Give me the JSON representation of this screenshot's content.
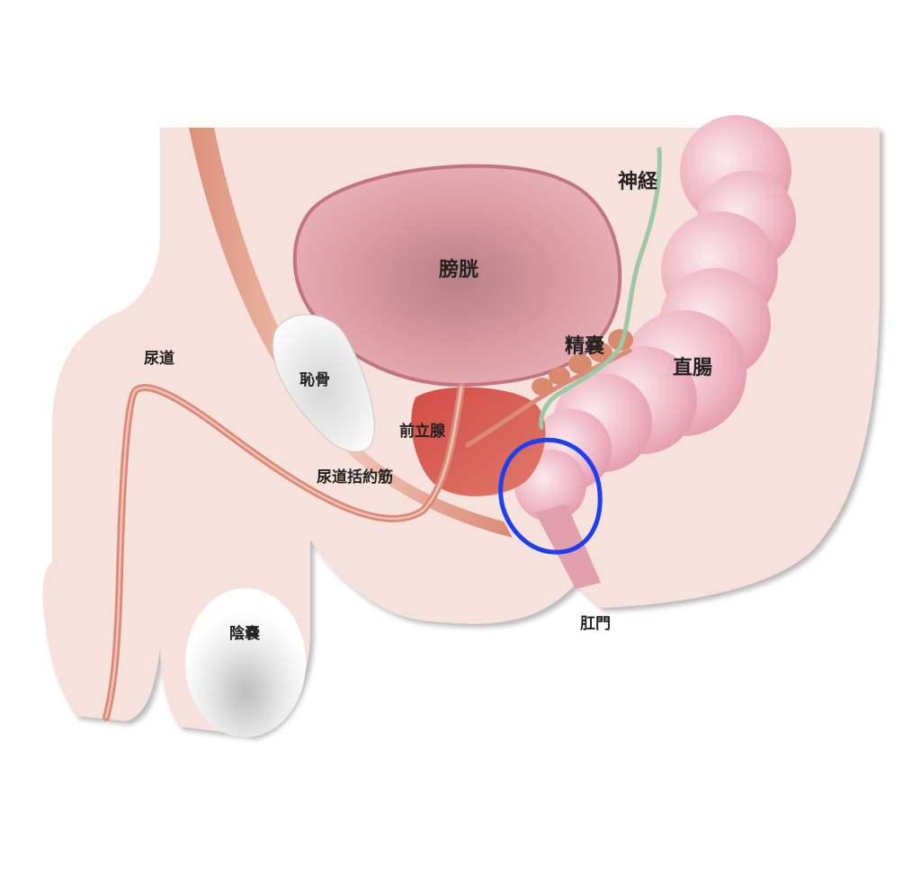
{
  "labels": {
    "bladder": "膀胱",
    "nerve": "神経",
    "seminal_vesicle": "精嚢",
    "rectum": "直腸",
    "urethra": "尿道",
    "pubic_bone": "恥骨",
    "prostate": "前立腺",
    "urethral_sphincter": "尿道括約筋",
    "scrotum": "陰嚢",
    "anus": "肛門"
  },
  "colors": {
    "skin": "#f6e1dc",
    "body_shadow": "#d9c0bb",
    "bladder": "#d98f98",
    "bladder_edge": "#c27580",
    "prostate": "#d8554c",
    "urethra": "#d98a78",
    "rectum": "#efb7c4",
    "nerve": "#9cc9a4",
    "bone": "#efefef",
    "highlight_circle": "#1e3ff0"
  }
}
